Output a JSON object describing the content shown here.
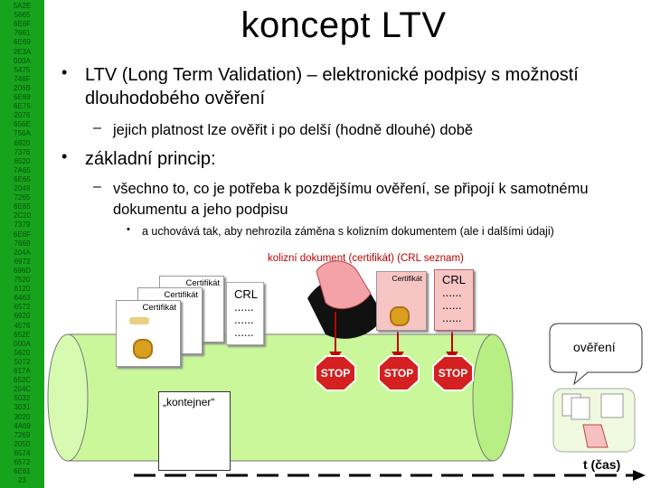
{
  "sidebar": {
    "hex_lines": [
      "5A2E",
      "5665",
      "6E6F",
      "7661",
      "6E69",
      "2E3A",
      "000A",
      "5475",
      "746F",
      "206B",
      "6E69",
      "6E75",
      "2076",
      "656E",
      "756A",
      "6920",
      "7376",
      "6520",
      "7A65",
      "6E65",
      "2049",
      "7265",
      "6E65",
      "2C20",
      "7379",
      "6E6F",
      "7669",
      "204A",
      "6972",
      "696D",
      "7520",
      "6120",
      "6463",
      "6572",
      "6920",
      "4576",
      "652E",
      "000A",
      "5620",
      "5072",
      "617A",
      "652C",
      "204C",
      "5032",
      "3031",
      "3020",
      "4A69",
      "7269",
      "2050",
      "6574",
      "6572",
      "6E61",
      "23"
    ]
  },
  "title": "koncept LTV",
  "bullets": {
    "b1_line1": "LTV (Long Term Validation) – elektronické podpisy s možností",
    "b1_line2": "dlouhodobého ověření",
    "b1_sub": "jejich platnost lze ověřit i po delší (hodně dlouhé) době",
    "b2": "základní princip:",
    "b2_sub_line1": "všechno to, co je potřeba k pozdějšímu ověření, se připojí k samotnému",
    "b2_sub_line2": "dokumentu a jeho podpisu",
    "b2_sub_sub": "a uchovává tak, aby nehrozila záměna s kolizním dokumentem (ale i dalšími údaji)",
    "bullet_dot": "•",
    "dash": "–"
  },
  "diagram": {
    "collision_label": "kolizní dokument (certifikát) (CRL seznam)",
    "cert_label": "Certifikát",
    "crl_title": "CRL",
    "crl_dots": "......",
    "stop_label": "STOP",
    "verification_label": "ověření",
    "container_label": "„kontejner“",
    "time_label": "t (čas)"
  },
  "colors": {
    "sidebar": "#16a41c",
    "accent_red": "#c00000",
    "cylinder": "#c9f79a"
  }
}
